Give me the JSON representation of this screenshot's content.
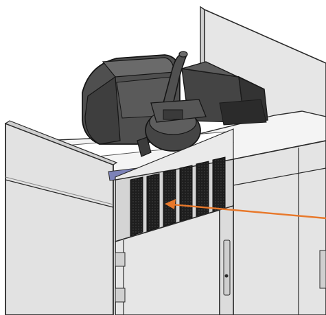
{
  "figure": {
    "subject": "refrigeration-unit-top-section",
    "callout": {
      "target": "condenser-air-intake-grille",
      "color": "#e8782a"
    },
    "colors": {
      "panel_light": "#e6e6e6",
      "panel_mid": "#d2d2d2",
      "panel_dark": "#bcbcbc",
      "outline": "#2a2a2a",
      "compressor_dark": "#4a4a4a",
      "compressor_mid": "#666666",
      "grille_dark": "#1e1e1e",
      "label_strip": "#7c82b8"
    },
    "grille_slot_count": 6
  }
}
